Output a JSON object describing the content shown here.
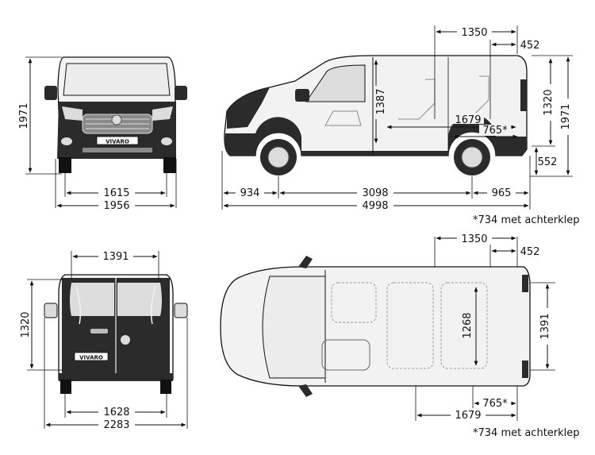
{
  "colors": {
    "line": "#111111",
    "body_light": "#f2f2f2",
    "body_dark": "#2b2b2b",
    "glass": "#dcdcdc"
  },
  "front_view": {
    "height": "1971",
    "track_width": "1615",
    "body_width": "1956",
    "badge": "VIVARO"
  },
  "side_view": {
    "top_load_length": "1350",
    "top_rear_overhang": "452",
    "load_height": "1387",
    "rear_height": "1320",
    "overall_height": "1971",
    "floor_length": "1679",
    "rear_floor": "765*",
    "ground_to_floor": "552",
    "front_overhang": "934",
    "wheelbase": "3098",
    "rear_overhang": "965",
    "overall_length": "4998"
  },
  "note_top": "*734 met achterklep",
  "rear_view": {
    "door_width": "1391",
    "door_height": "1320",
    "rear_track": "1628",
    "width_mirrors": "2283",
    "badge": "VIVARO"
  },
  "top_view": {
    "load_length": "1350",
    "rear_overhang": "452",
    "width": "1391",
    "wheel_arch_width": "1268",
    "rear_floor": "765*",
    "floor_length": "1679"
  },
  "note_bottom": "*734 met achterklep"
}
